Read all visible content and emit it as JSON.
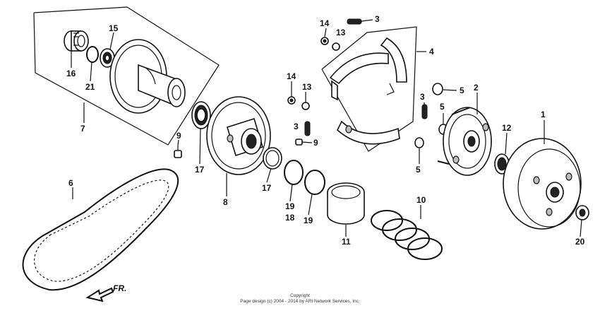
{
  "callouts": [
    {
      "id": "c1",
      "text": "1"
    },
    {
      "id": "c2",
      "text": "2"
    },
    {
      "id": "c3a",
      "text": "3"
    },
    {
      "id": "c3b",
      "text": "3"
    },
    {
      "id": "c3c",
      "text": "3"
    },
    {
      "id": "c4",
      "text": "4"
    },
    {
      "id": "c5a",
      "text": "5"
    },
    {
      "id": "c5b",
      "text": "5"
    },
    {
      "id": "c5c",
      "text": "5"
    },
    {
      "id": "c6",
      "text": "6"
    },
    {
      "id": "c7",
      "text": "7"
    },
    {
      "id": "c8",
      "text": "8"
    },
    {
      "id": "c9a",
      "text": "9"
    },
    {
      "id": "c9b",
      "text": "9"
    },
    {
      "id": "c10",
      "text": "10"
    },
    {
      "id": "c11",
      "text": "11"
    },
    {
      "id": "c12",
      "text": "12"
    },
    {
      "id": "c13a",
      "text": "13"
    },
    {
      "id": "c13b",
      "text": "13"
    },
    {
      "id": "c14a",
      "text": "14"
    },
    {
      "id": "c14b",
      "text": "14"
    },
    {
      "id": "c15",
      "text": "15"
    },
    {
      "id": "c16",
      "text": "16"
    },
    {
      "id": "c17a",
      "text": "17"
    },
    {
      "id": "c17b",
      "text": "17"
    },
    {
      "id": "c18",
      "text": "18"
    },
    {
      "id": "c19a",
      "text": "19"
    },
    {
      "id": "c19b",
      "text": "19"
    },
    {
      "id": "c20",
      "text": "20"
    },
    {
      "id": "c21",
      "text": "21"
    }
  ],
  "direction_label": "FR.",
  "copyright": {
    "line1": "Copyright",
    "line2": "Page design (c) 2004 - 2014 by ARI Network Services, Inc."
  }
}
